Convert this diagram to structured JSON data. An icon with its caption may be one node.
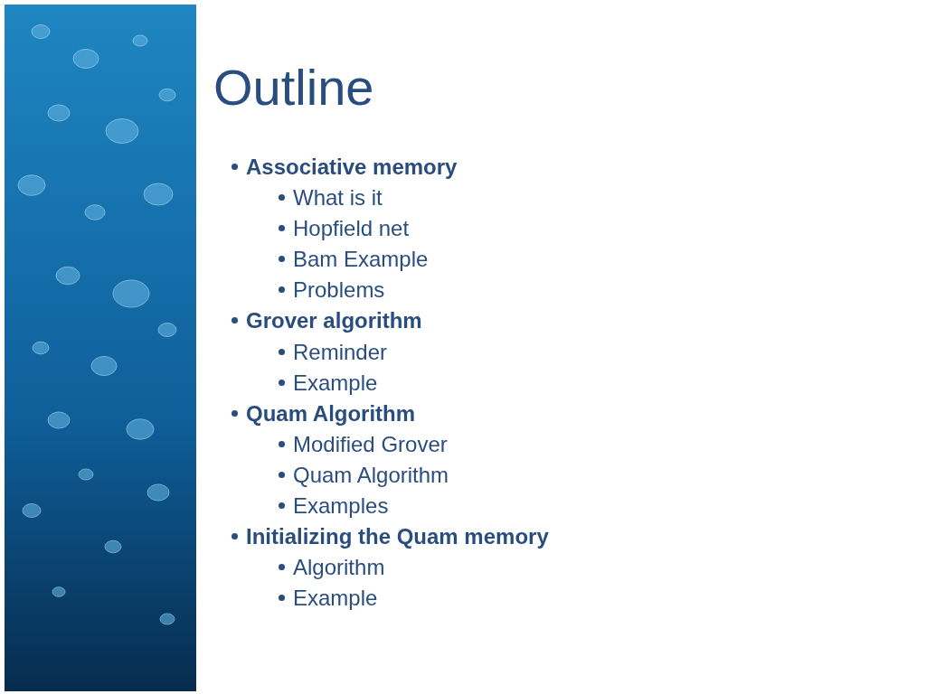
{
  "diagram": {
    "title": "Outline",
    "labels": [
      "Associative memory",
      "What is it",
      "Hopfield net",
      "Bam Example",
      "Problems",
      "Grover algorithm",
      "Reminder",
      "Example",
      "Quam Algorithm",
      "Modified Grover",
      "Quam Algorithm",
      "Examples",
      "Initializing the Quam memory",
      "Algorithm",
      "Example"
    ]
  }
}
